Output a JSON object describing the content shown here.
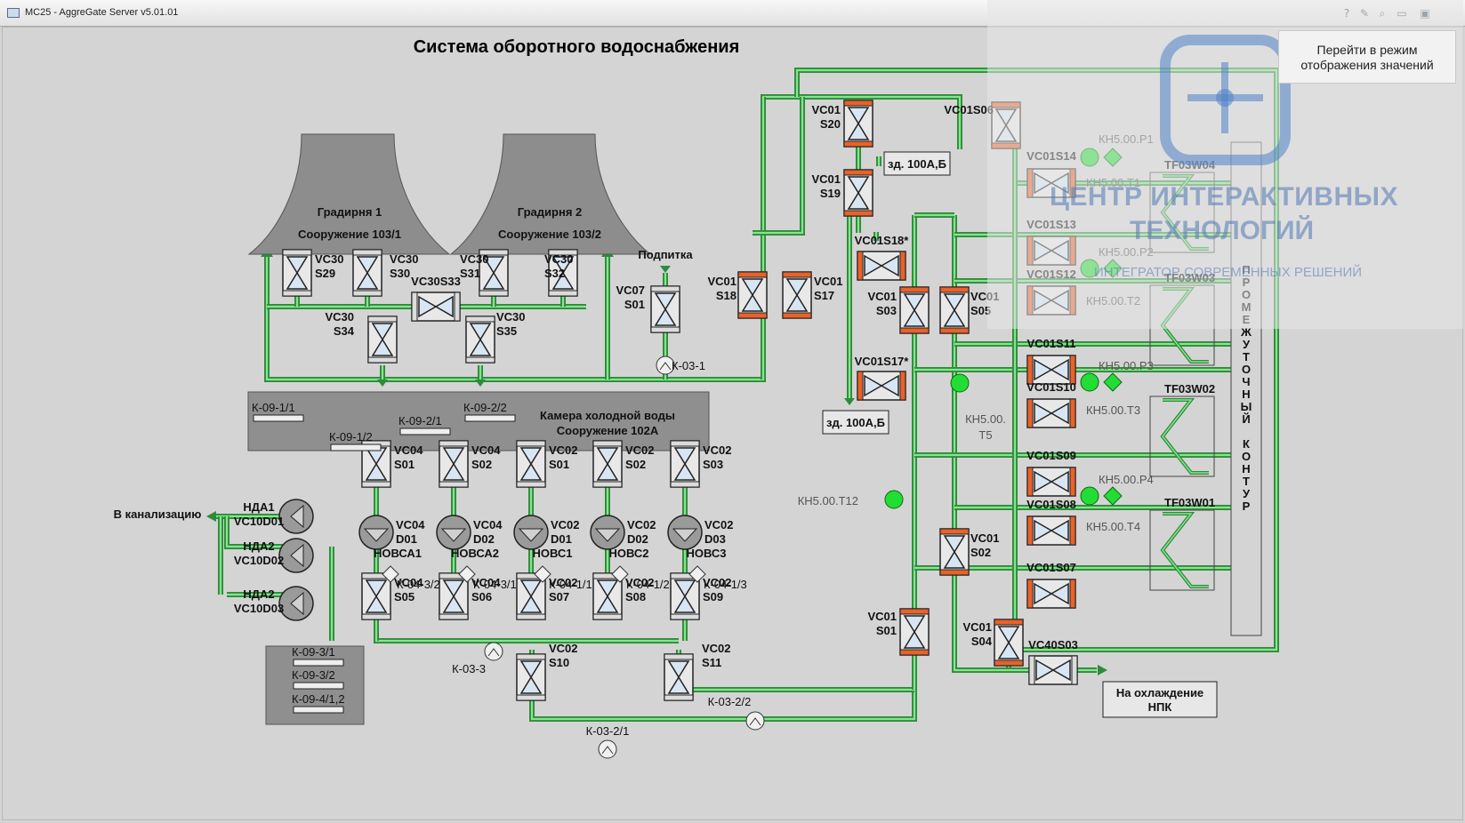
{
  "window": {
    "title": "MC25 - AggreGate Server v5.01.01"
  },
  "titlebar_icons": [
    "help-icon",
    "edit-icon",
    "zoom-icon",
    "maximize-icon",
    "restore-icon"
  ],
  "titlebar_glyphs": [
    "?",
    "✎",
    "⌕",
    "▭",
    "▣"
  ],
  "mode_button": "Перейти в режим отображения значений",
  "watermark": {
    "line1": "ЦЕНТР ИНТЕРАКТИВНЫХ",
    "line2": "ТЕХНОЛОГИЙ",
    "line3": "ИНТЕГРАТОР СОВРЕМЕННЫХ РЕШЕНИЙ"
  },
  "scheme": {
    "title": "Система оборотного водоснабжения",
    "towers": [
      {
        "name": "Градирня 1",
        "building": "Сооружение 103/1"
      },
      {
        "name": "Градирня 2",
        "building": "Сооружение 103/2"
      }
    ],
    "tank": {
      "name": "Камера холодной воды",
      "building": "Сооружение 102А"
    },
    "podpitka": "Подпитка",
    "to_sewer": "В канализацию",
    "to_npk_1": "На охлаждение",
    "to_npk_2": "НПК",
    "building_100": "зд. 100А,Б",
    "intermediate_circuit": "ПРОМЕЖУТОЧНЫЙ КОНТУР",
    "colors": {
      "pipe": "#2e8b3a",
      "pipe_inner": "#86e48e",
      "sensor": "#22dd33",
      "valve_active": "#e8622a",
      "valve_body": "#d8e6f3"
    }
  },
  "valves": [
    {
      "l1": "VC30",
      "l2": "S29"
    },
    {
      "l1": "VC30",
      "l2": "S30"
    },
    {
      "l1": "VC30",
      "l2": "S31"
    },
    {
      "l1": "VC30",
      "l2": "S32"
    },
    {
      "l1": "VC30S33",
      "l2": ""
    },
    {
      "l1": "VC30",
      "l2": "S34"
    },
    {
      "l1": "VC30",
      "l2": "S35"
    },
    {
      "l1": "VC07",
      "l2": "S01"
    },
    {
      "l1": "VC01",
      "l2": "S18"
    },
    {
      "l1": "VC01",
      "l2": "S17"
    },
    {
      "l1": "VC01",
      "l2": "S20"
    },
    {
      "l1": "VC01",
      "l2": "S19"
    },
    {
      "l1": "VC01S06",
      "l2": ""
    },
    {
      "l1": "VC01S18*",
      "l2": ""
    },
    {
      "l1": "VC01",
      "l2": "S03"
    },
    {
      "l1": "VC01",
      "l2": "S05"
    },
    {
      "l1": "VC01S17*",
      "l2": ""
    },
    {
      "l1": "VC01S14",
      "l2": ""
    },
    {
      "l1": "VC01S13",
      "l2": ""
    },
    {
      "l1": "VC01S12",
      "l2": ""
    },
    {
      "l1": "VC01S11",
      "l2": ""
    },
    {
      "l1": "VC01S10",
      "l2": ""
    },
    {
      "l1": "VC01S09",
      "l2": ""
    },
    {
      "l1": "VC01S08",
      "l2": ""
    },
    {
      "l1": "VC01S07",
      "l2": ""
    },
    {
      "l1": "VC01",
      "l2": "S02"
    },
    {
      "l1": "VC01",
      "l2": "S01"
    },
    {
      "l1": "VC01",
      "l2": "S04"
    },
    {
      "l1": "VC40S03",
      "l2": ""
    },
    {
      "l1": "VC04",
      "l2": "S01"
    },
    {
      "l1": "VC04",
      "l2": "S02"
    },
    {
      "l1": "VC02",
      "l2": "S01"
    },
    {
      "l1": "VC02",
      "l2": "S02"
    },
    {
      "l1": "VC02",
      "l2": "S03"
    },
    {
      "l1": "VC04",
      "l2": "S05"
    },
    {
      "l1": "VC04",
      "l2": "S06"
    },
    {
      "l1": "VC02",
      "l2": "S07"
    },
    {
      "l1": "VC02",
      "l2": "S08"
    },
    {
      "l1": "VC02",
      "l2": "S09"
    },
    {
      "l1": "VC02",
      "l2": "S10"
    },
    {
      "l1": "VC02",
      "l2": "S11"
    }
  ],
  "pumps": [
    {
      "l1": "VC04",
      "l2": "D01",
      "l3": "НОВСА1"
    },
    {
      "l1": "VC04",
      "l2": "D02",
      "l3": "НОВСА2"
    },
    {
      "l1": "VC02",
      "l2": "D01",
      "l3": "НОВС1"
    },
    {
      "l1": "VC02",
      "l2": "D02",
      "l3": "НОВС2"
    },
    {
      "l1": "VC02",
      "l2": "D03",
      "l3": "НОВС3"
    }
  ],
  "drain_pumps": [
    {
      "l1": "НДА1",
      "l2": "VC10D01"
    },
    {
      "l1": "НДА2",
      "l2": "VC10D02"
    },
    {
      "l1": "НДА2",
      "l2": "VC10D03"
    }
  ],
  "levels": [
    "К-09-1/1",
    "К-09-1/2",
    "К-09-2/1",
    "К-09-2/2",
    "К-09-3/1",
    "К-09-3/2",
    "К-09-4/1,2"
  ],
  "checks": [
    "К-04-3/2",
    "К-04-3/1",
    "К-04-1/1",
    "К-04-1/2",
    "К-04-1/3"
  ],
  "meters": [
    "К-03-1",
    "К-03-3",
    "К-03-2/2",
    "К-03-2/1"
  ],
  "sensors": [
    "КН5.00.Р1",
    "КН5.00.Т1",
    "КН5.00.Р2",
    "КН5.00.Т2",
    "КН5.00.Р3",
    "КН5.00.Т3",
    "КН5.00.Р4",
    "КН5.00.Т4",
    "КН5.00.",
    "Т5",
    "КН5.00.Т12"
  ],
  "exchangers": [
    "TF03W04",
    "TF03W03",
    "TF03W02",
    "TF03W01"
  ]
}
